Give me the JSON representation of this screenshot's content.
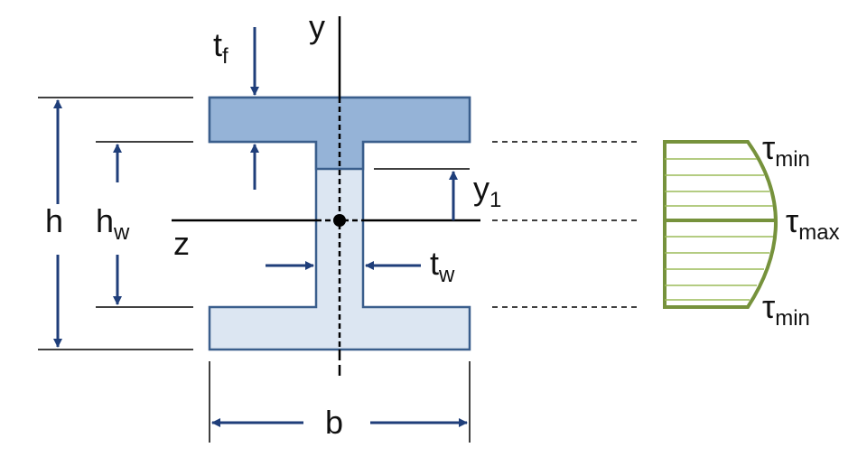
{
  "labels": {
    "tf": {
      "main": "t",
      "sub": "f"
    },
    "y_axis": "y",
    "h": "h",
    "hw": {
      "main": "h",
      "sub": "w"
    },
    "z_axis": "z",
    "y1": {
      "main": "y",
      "sub": "1"
    },
    "tw": {
      "main": "t",
      "sub": "w"
    },
    "b": "b",
    "tau_min_top": {
      "main": "τ",
      "sub": "min"
    },
    "tau_max": {
      "main": "τ",
      "sub": "max"
    },
    "tau_min_bottom": {
      "main": "τ",
      "sub": "min"
    }
  },
  "colors": {
    "flange_top_fill": "#95b3d7",
    "section_fill": "#dce6f2",
    "section_stroke": "#3a5e8c",
    "arrow": "#1f3e7a",
    "dimension_line": "#000000",
    "stress_stroke": "#76923c",
    "stress_hatch": "#9bbb59"
  }
}
